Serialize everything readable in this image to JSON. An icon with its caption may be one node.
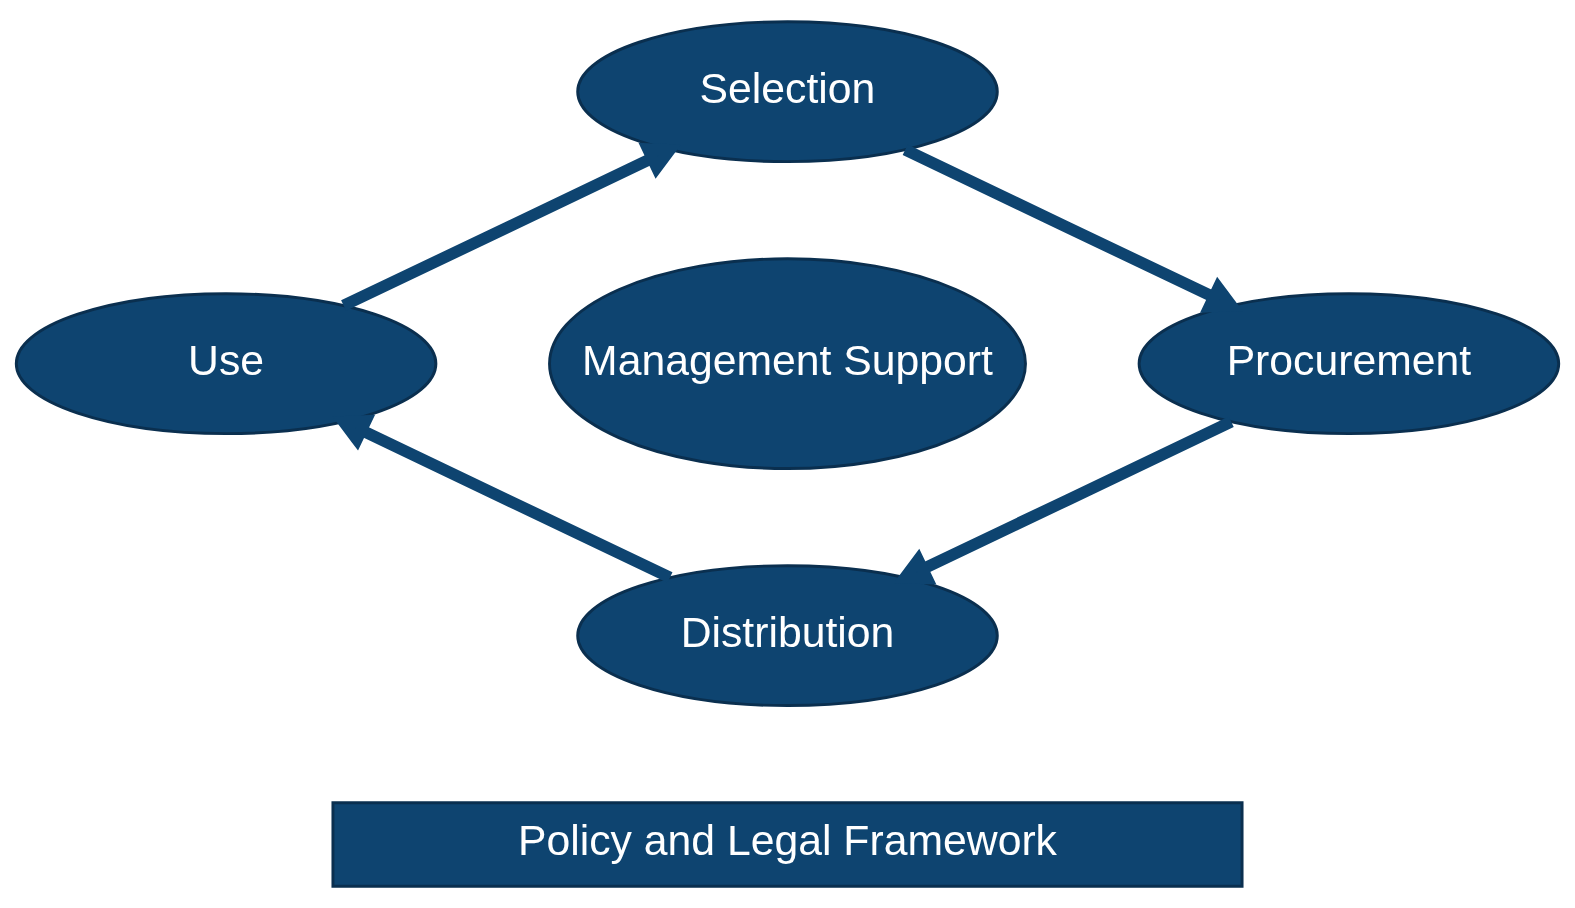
{
  "diagram": {
    "nodes": [
      {
        "text": [
          "Selection"
        ]
      },
      {
        "text": [
          "Use"
        ]
      },
      {
        "text": [
          "Management Support"
        ]
      },
      {
        "text": [
          "Procurement"
        ]
      },
      {
        "text": [
          "Distribution"
        ]
      },
      {
        "text": [
          "Policy and Legal Framework"
        ]
      }
    ],
    "edges": [
      {
        "from": 0,
        "to": 3,
        "arrow": "to"
      },
      {
        "from": 3,
        "to": 4,
        "arrow": "to"
      },
      {
        "from": 4,
        "to": 1,
        "arrow": "to"
      },
      {
        "from": 1,
        "to": 0,
        "arrow": "to"
      }
    ]
  }
}
